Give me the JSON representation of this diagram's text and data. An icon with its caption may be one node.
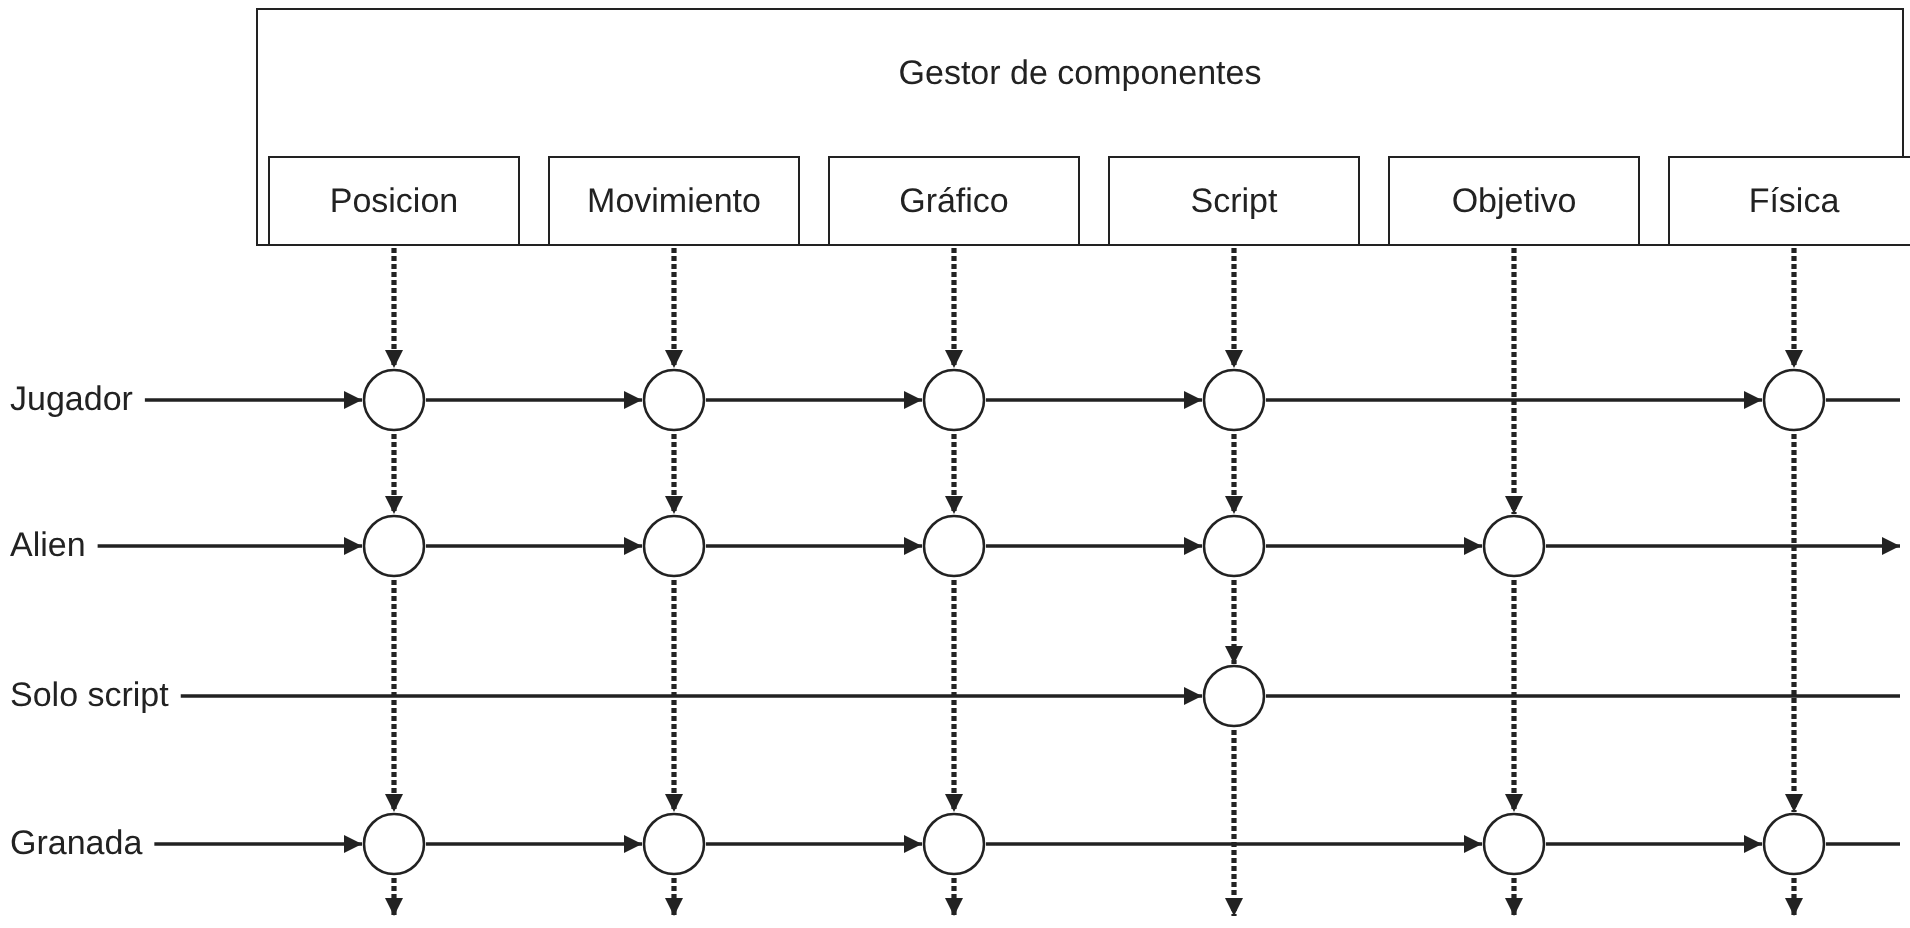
{
  "diagram": {
    "nodes": [
      {
        "text": [
          "Gestor de componentes"
        ]
      },
      {
        "text": [
          "Posicion"
        ],
        "in": 0
      },
      {
        "text": [
          "Movimiento"
        ],
        "in": 0
      },
      {
        "text": [
          "Gráfico"
        ],
        "in": 0
      },
      {
        "text": [
          "Script"
        ],
        "in": 0
      },
      {
        "text": [
          "Objetivo"
        ],
        "in": 0
      },
      {
        "text": [
          "Física"
        ],
        "in": 0
      },
      {
        "text": [
          "Jugador"
        ]
      },
      {
        "text": [
          "Alien"
        ]
      },
      {
        "text": [
          "Solo script"
        ]
      },
      {
        "text": [
          "Granada"
        ]
      },
      {
        "text": [],
        "shape": "circle"
      },
      {
        "text": [],
        "shape": "circle"
      },
      {
        "text": [],
        "shape": "circle"
      },
      {
        "text": [],
        "shape": "circle"
      },
      {
        "text": [],
        "shape": "circle"
      },
      {
        "text": [],
        "shape": "circle"
      },
      {
        "text": [],
        "shape": "circle"
      },
      {
        "text": [],
        "shape": "circle"
      },
      {
        "text": [],
        "shape": "circle"
      },
      {
        "text": [],
        "shape": "circle"
      },
      {
        "text": [],
        "shape": "circle"
      },
      {
        "text": [],
        "shape": "circle"
      },
      {
        "text": [],
        "shape": "circle"
      },
      {
        "text": [],
        "shape": "circle"
      },
      {
        "text": [],
        "shape": "circle"
      },
      {
        "text": [],
        "shape": "circle"
      }
    ],
    "edges": [
      {
        "from": 7,
        "to": 11,
        "arrow": "to"
      },
      {
        "from": 11,
        "to": 12,
        "arrow": "to"
      },
      {
        "from": 12,
        "to": 13,
        "arrow": "to"
      },
      {
        "from": 13,
        "to": 14,
        "arrow": "to"
      },
      {
        "from": 14,
        "to": 15,
        "arrow": "to"
      },
      {
        "from": 15,
        "to": null,
        "arrow": "none"
      },
      {
        "from": 8,
        "to": 16,
        "arrow": "to"
      },
      {
        "from": 16,
        "to": 17,
        "arrow": "to"
      },
      {
        "from": 17,
        "to": 18,
        "arrow": "to"
      },
      {
        "from": 18,
        "to": 19,
        "arrow": "to"
      },
      {
        "from": 19,
        "to": 20,
        "arrow": "to"
      },
      {
        "from": 20,
        "to": null,
        "arrow": "to"
      },
      {
        "from": 9,
        "to": 21,
        "arrow": "to"
      },
      {
        "from": 21,
        "to": null,
        "arrow": "none"
      },
      {
        "from": 10,
        "to": 22,
        "arrow": "to"
      },
      {
        "from": 22,
        "to": 23,
        "arrow": "to"
      },
      {
        "from": 23,
        "to": 24,
        "arrow": "to"
      },
      {
        "from": 24,
        "to": 25,
        "arrow": "to"
      },
      {
        "from": 25,
        "to": 26,
        "arrow": "to"
      },
      {
        "from": 26,
        "to": null,
        "arrow": "none"
      },
      {
        "from": 1,
        "to": 11,
        "arrow": "to",
        "style": "dashed"
      },
      {
        "from": 11,
        "to": 16,
        "arrow": "to",
        "style": "dashed"
      },
      {
        "from": 16,
        "to": 22,
        "arrow": "to",
        "style": "dashed"
      },
      {
        "from": 22,
        "to": null,
        "arrow": "to",
        "style": "dashed"
      },
      {
        "from": 2,
        "to": 12,
        "arrow": "to",
        "style": "dashed"
      },
      {
        "from": 12,
        "to": 17,
        "arrow": "to",
        "style": "dashed"
      },
      {
        "from": 17,
        "to": 23,
        "arrow": "to",
        "style": "dashed"
      },
      {
        "from": 23,
        "to": null,
        "arrow": "to",
        "style": "dashed"
      },
      {
        "from": 3,
        "to": 13,
        "arrow": "to",
        "style": "dashed"
      },
      {
        "from": 13,
        "to": 18,
        "arrow": "to",
        "style": "dashed"
      },
      {
        "from": 18,
        "to": 24,
        "arrow": "to",
        "style": "dashed"
      },
      {
        "from": 24,
        "to": null,
        "arrow": "to",
        "style": "dashed"
      },
      {
        "from": 4,
        "to": 14,
        "arrow": "to",
        "style": "dashed"
      },
      {
        "from": 14,
        "to": 19,
        "arrow": "to",
        "style": "dashed"
      },
      {
        "from": 19,
        "to": 21,
        "arrow": "to",
        "style": "dashed"
      },
      {
        "from": 21,
        "to": null,
        "arrow": "to",
        "style": "dashed"
      },
      {
        "from": 5,
        "to": 20,
        "arrow": "to",
        "style": "dashed"
      },
      {
        "from": 20,
        "to": 25,
        "arrow": "to",
        "style": "dashed"
      },
      {
        "from": 25,
        "to": null,
        "arrow": "to",
        "style": "dashed"
      },
      {
        "from": 6,
        "to": 15,
        "arrow": "to",
        "style": "dashed"
      },
      {
        "from": 15,
        "to": 26,
        "arrow": "to",
        "style": "dashed"
      },
      {
        "from": 26,
        "to": null,
        "arrow": "to",
        "style": "dashed"
      }
    ]
  }
}
